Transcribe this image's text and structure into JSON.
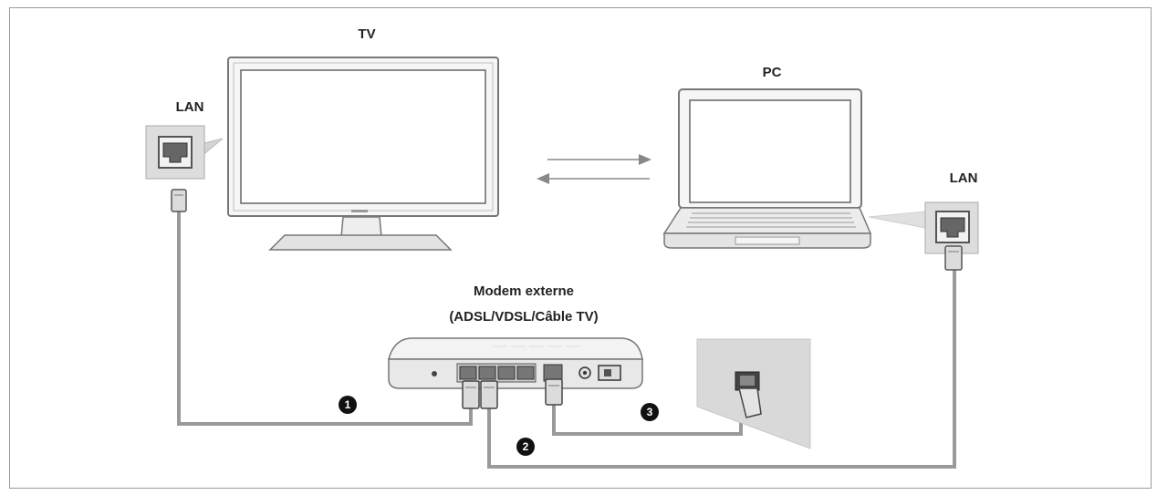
{
  "labels": {
    "tv": "TV",
    "pc": "PC",
    "lan_left": "LAN",
    "lan_right": "LAN",
    "modem_line1": "Modem externe",
    "modem_line2": "(ADSL/VDSL/Câble TV)"
  },
  "steps": [
    {
      "number": "1"
    },
    {
      "number": "2"
    },
    {
      "number": "3"
    }
  ],
  "icons": [
    "tv-icon",
    "laptop-icon",
    "modem-icon",
    "wall-outlet-icon",
    "lan-port-icon",
    "rj45-plug-icon"
  ]
}
